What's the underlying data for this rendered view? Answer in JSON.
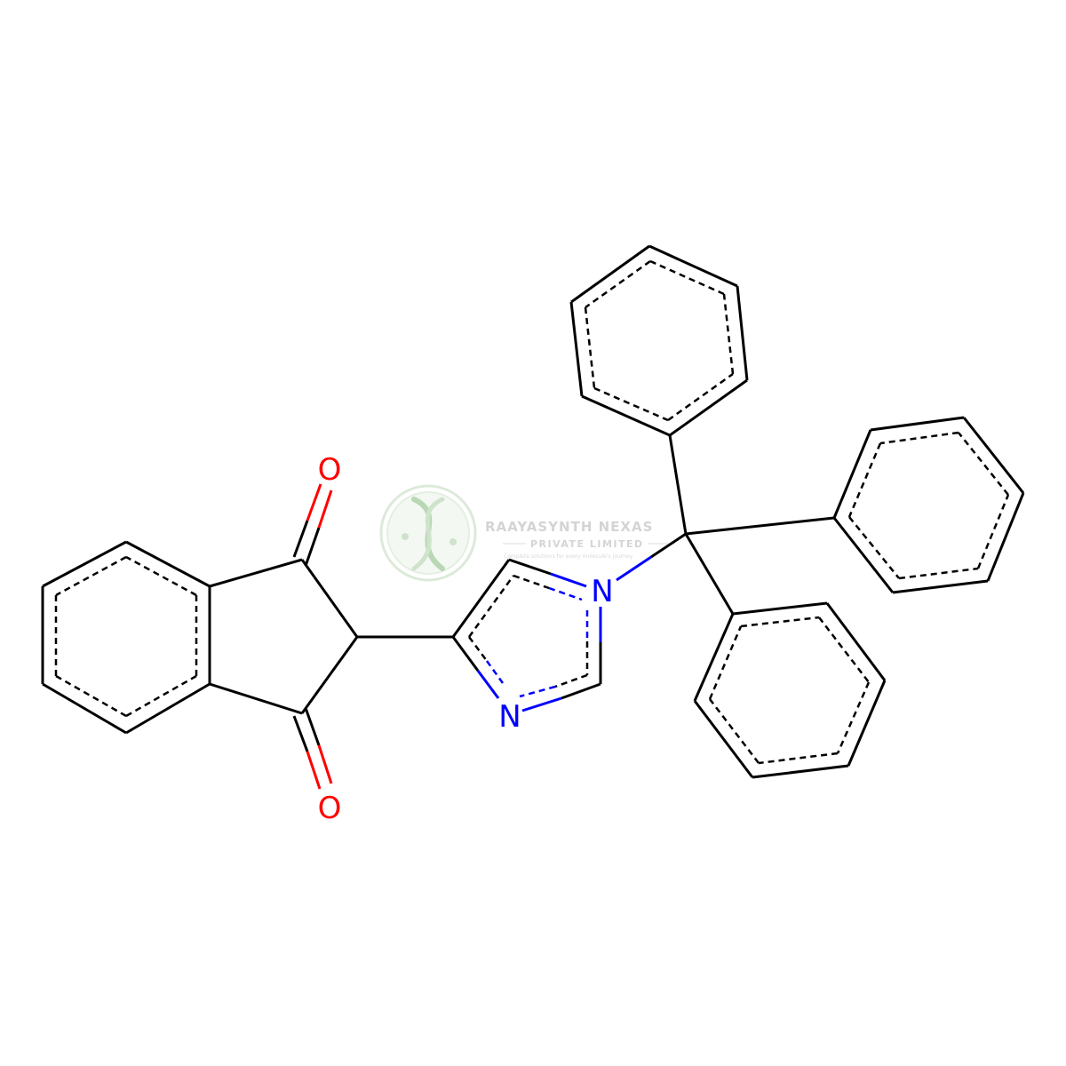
{
  "colors": {
    "background": "#ffffff",
    "bond": "#000000",
    "oxygen": "#ff0000",
    "nitrogen": "#0000ff",
    "watermark_green": "#c8dec6",
    "watermark_text": "#d4d4d4"
  },
  "atoms": {
    "oxygen_top": "O",
    "oxygen_bottom": "O",
    "nitrogen_trityl": "N",
    "nitrogen_ring": "N"
  },
  "watermark": {
    "title": "RAAYASYNTH NEXAS",
    "subtitle": "PRIVATE LIMITED",
    "tagline": "Complete solutions for every molecule's journey"
  }
}
